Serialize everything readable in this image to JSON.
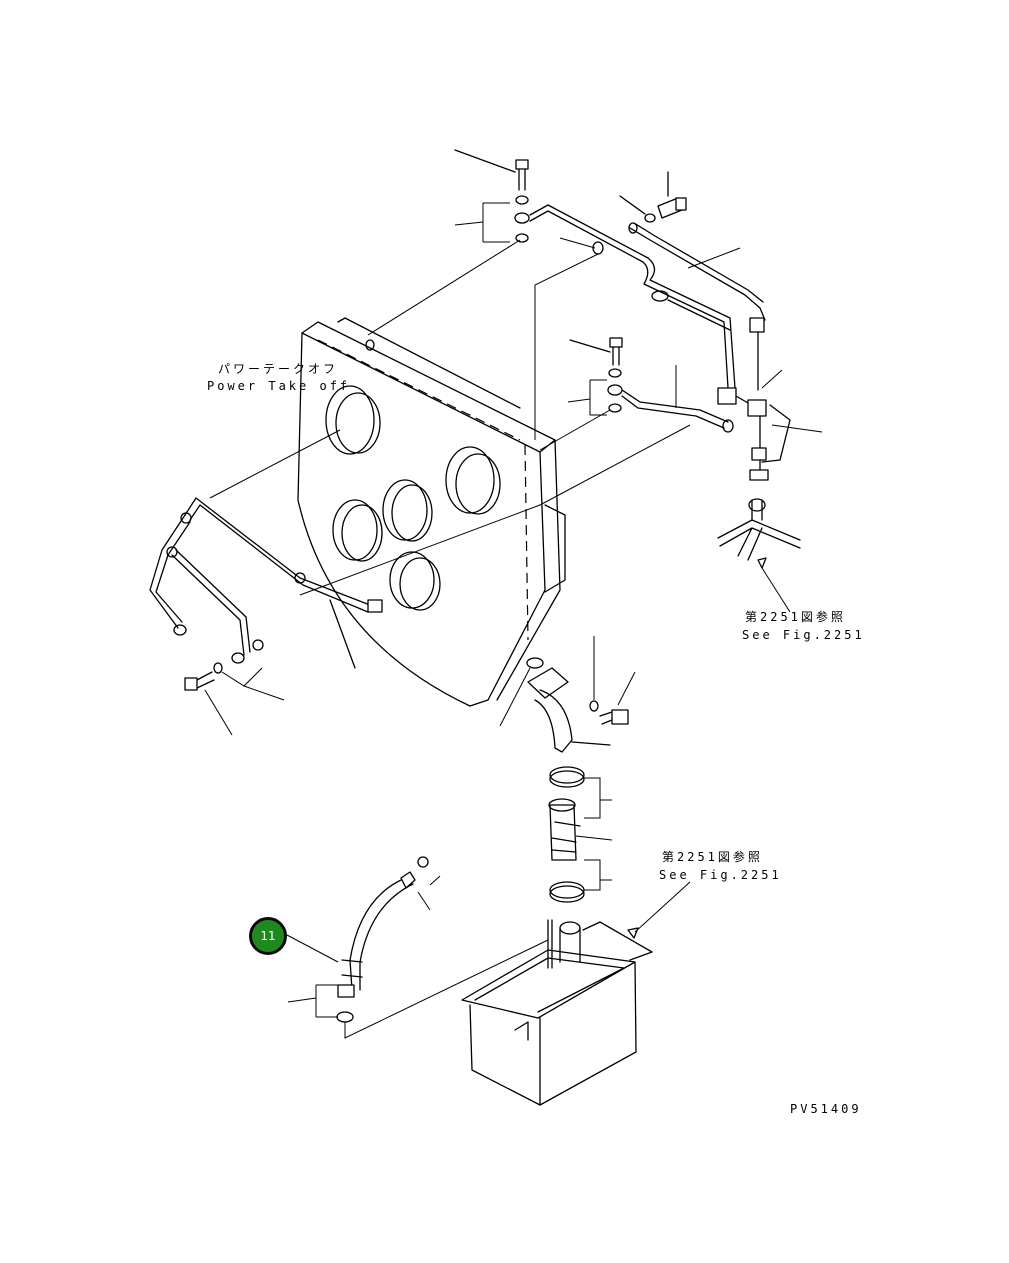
{
  "labels": {
    "pto_jp": "パワーテークオフ",
    "pto_en": "Power Take off",
    "ref_upper_jp": "第2251図参照",
    "ref_upper_en": "See Fig.2251",
    "ref_lower_jp": "第2251図参照",
    "ref_lower_en": "See Fig.2251",
    "drawing_code": "PV51409"
  },
  "callout": {
    "number": "11",
    "color": "#1e8a1e"
  }
}
